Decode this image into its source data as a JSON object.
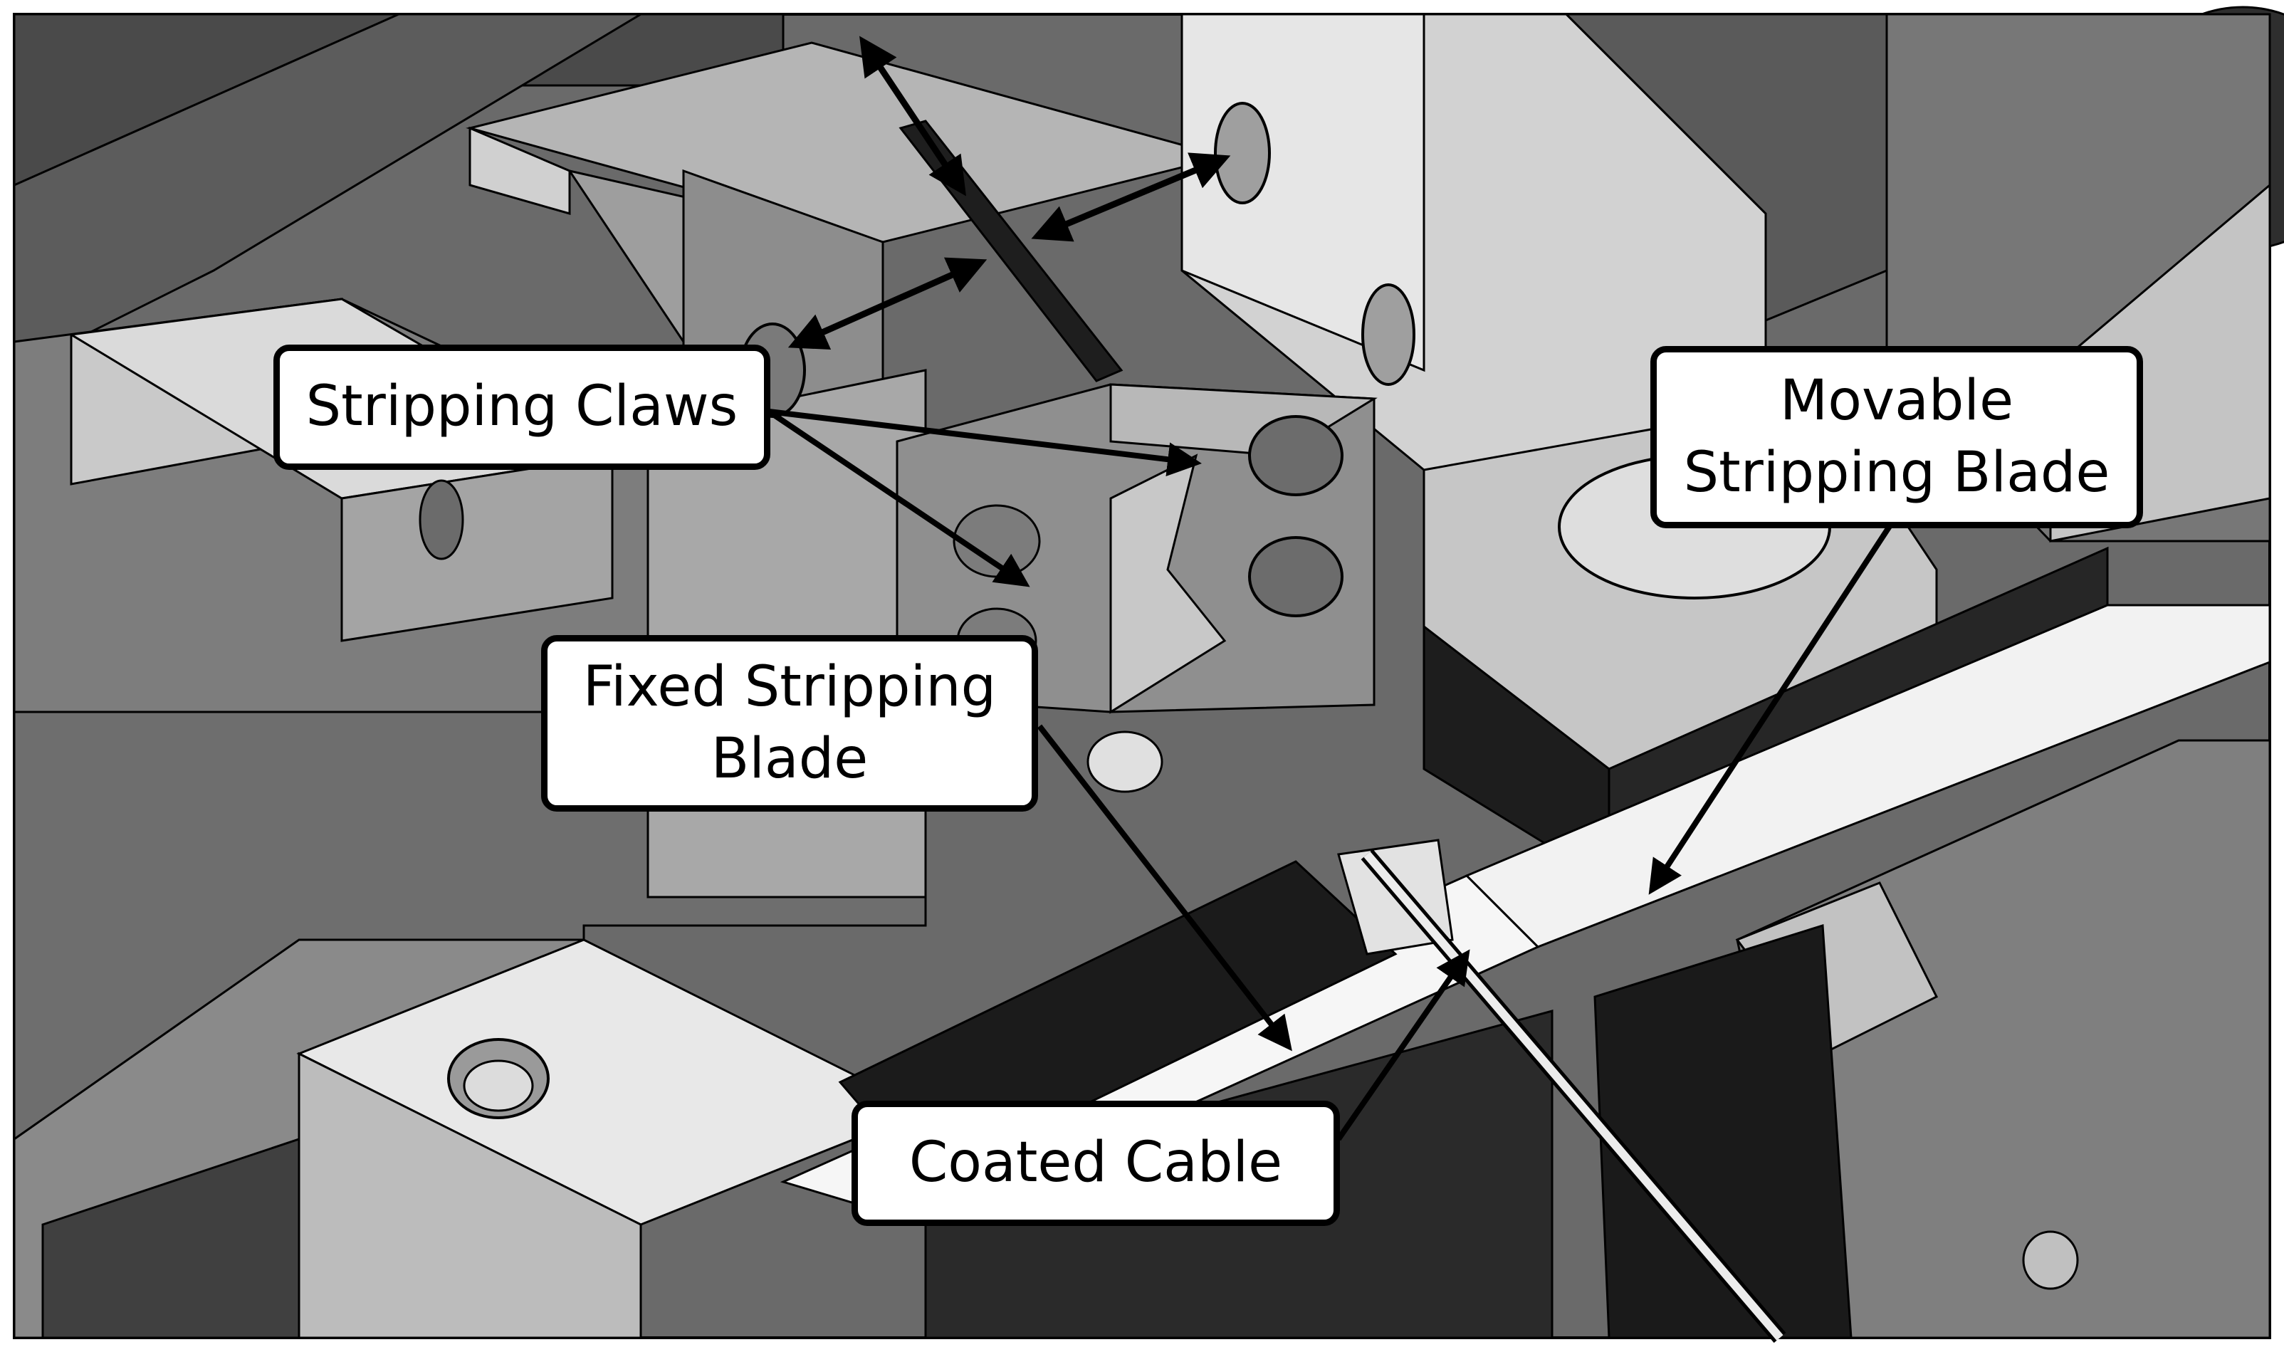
{
  "figure": {
    "description_colors": {
      "background": "#ffffff",
      "part_dark": "#1a1a1a",
      "part_mid": "#8c8c8c",
      "part_light": "#d9d9d9",
      "part_white": "#f4f4f4",
      "line": "#000000"
    }
  },
  "labels": {
    "stripping_claws": {
      "lines": [
        "Stripping Claws"
      ]
    },
    "movable_blade": {
      "lines": [
        "Movable",
        "Stripping Blade"
      ]
    },
    "fixed_blade": {
      "lines": [
        "Fixed Stripping",
        "Blade"
      ]
    },
    "coated_cable": {
      "lines": [
        "Coated Cable"
      ]
    }
  },
  "motion_arrows": [
    {
      "name": "claw-vertical-motion"
    },
    {
      "name": "claw-left-motion"
    },
    {
      "name": "claw-right-motion"
    }
  ]
}
